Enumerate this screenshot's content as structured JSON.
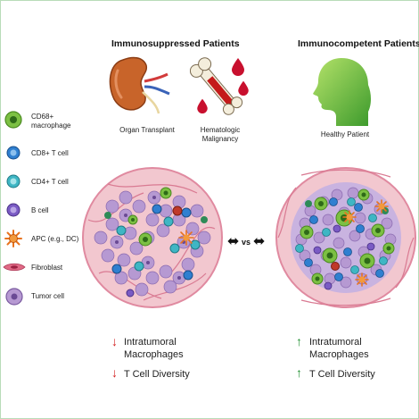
{
  "headers": {
    "left": "Immunosuppressed Patients",
    "right": "Immunocompetent Patients"
  },
  "captions": {
    "organ_transplant": "Organ Transplant",
    "hematologic_line1": "Hematologic",
    "hematologic_line2": "Malignancy",
    "healthy_patient": "Healthy Patient"
  },
  "legend": [
    {
      "key": "cd68_line1",
      "label": "CD68+"
    },
    {
      "key": "cd68_line2",
      "label": "macrophage"
    },
    {
      "key": "cd8",
      "label": "CD8+ T cell"
    },
    {
      "key": "cd4",
      "label": "CD4+ T cell"
    },
    {
      "key": "bcell",
      "label": "B cell"
    },
    {
      "key": "apc",
      "label": "APC (e.g., DC)"
    },
    {
      "key": "fibroblast",
      "label": "Fibroblast"
    },
    {
      "key": "tumor",
      "label": "Tumor cell"
    }
  ],
  "vs_label": "vs",
  "results": {
    "left": {
      "macrophage_line1": "Intratumoral",
      "macrophage_line2": "Macrophages",
      "tcell": "T Cell Diversity",
      "direction": "down"
    },
    "right": {
      "macrophage_line1": "Intratumoral",
      "macrophage_line2": "Macrophages",
      "tcell": "T Cell Diversity",
      "direction": "up"
    }
  },
  "colors": {
    "macrophage": "#7cc043",
    "cd8": "#2f7fd0",
    "cd4": "#3fb6c4",
    "bcell": "#7a5bc4",
    "apc": "#e8731e",
    "fibroblast": "#e06a86",
    "tumor": "#b699d2",
    "stroma": "#f2c7cf",
    "down_arrow": "#d22020",
    "up_arrow": "#1e8f2e"
  },
  "arrows": {
    "down": "↓",
    "up": "↑",
    "double": "⬌"
  }
}
